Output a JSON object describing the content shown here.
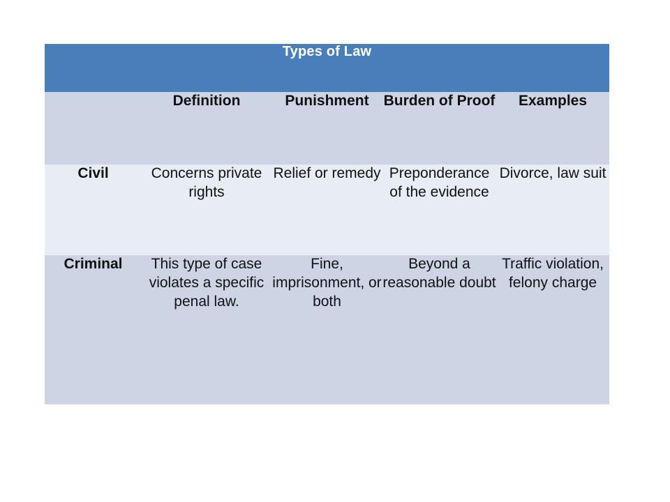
{
  "table": {
    "title": "Types of Law",
    "columns": [
      {
        "key": "label",
        "header": ""
      },
      {
        "key": "def",
        "header": "Definition"
      },
      {
        "key": "pun",
        "header": "Punishment"
      },
      {
        "key": "burden",
        "header": "Burden of Proof"
      },
      {
        "key": "ex",
        "header": "Examples"
      }
    ],
    "rows": [
      {
        "label": "Civil",
        "def": "Concerns private rights",
        "pun": "Relief or remedy",
        "burden": "Preponderance of the evidence",
        "ex": "Divorce, law suit"
      },
      {
        "label": "Criminal",
        "def": "This type of case violates a specific penal law.",
        "pun": "Fine, imprisonment, or both",
        "burden": "Beyond a reasonable doubt",
        "ex": "Traffic violation, felony charge"
      }
    ]
  },
  "colors": {
    "title_bar": "#4A7EBB",
    "header_row": "#CDD4E4",
    "row_light": "#E8ECF4",
    "row_dark": "#CDD4E4",
    "title_text": "#FFFFFF",
    "body_text": "#111111",
    "gridline": "#FFFFFF",
    "canvas": "#FFFFFF"
  }
}
